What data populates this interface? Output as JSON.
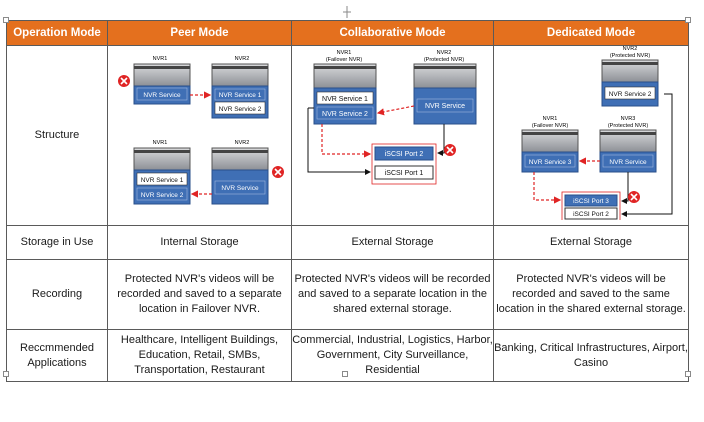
{
  "table": {
    "headers": [
      "Operation Mode",
      "Peer  Mode",
      "Collaborative Mode",
      "Dedicated Mode"
    ],
    "rows": [
      {
        "label": "Structure"
      },
      {
        "label": "Storage in Use",
        "cells": [
          "Internal Storage",
          "External Storage",
          "External Storage"
        ]
      },
      {
        "label": "Recording",
        "cells": [
          "Protected NVR's videos will be recorded and saved to a separate location in Failover NVR.",
          "Protected NVR's videos will be recorded and saved to a separate location in the shared external storage.",
          "Protected NVR's videos will be recorded and saved to the same location in the shared external storage."
        ]
      },
      {
        "label": "Reccmmended Applications",
        "cells": [
          "Healthcare, Intelligent Buildings, Education, Retail, SMBs, Transportation, Restaurant",
          "Commercial, Industrial, Logistics, Harbor, Government, City Surveillance, Residential",
          "Banking, Critical Infrastructures, Airport, Casino"
        ]
      }
    ]
  },
  "diagrams": {
    "peer": {
      "nvr1": "NVR1",
      "nvr2": "NVR2",
      "nvr_service": "NVR Service",
      "nvr_service_1": "NVR Service 1",
      "nvr_service_2": "NVR Service 2"
    },
    "collab": {
      "nvr1": "NVR1",
      "nvr1_role": "(Failover NVR)",
      "nvr2": "NVR2",
      "nvr2_role": "(Protected NVR)",
      "nvr_service_1": "NVR Service 1",
      "nvr_service_2": "NVR Service 2",
      "nvr_service": "NVR Service",
      "iscsi_port_2": "iSCSI Port 2",
      "iscsi_port_1": "iSCSI Port 1"
    },
    "dedicated": {
      "nvr2": "NVR2",
      "nvr2_role": "(Protected NVR)",
      "nvr1": "NVR1",
      "nvr1_role": "(Failover NVR)",
      "nvr3": "NVR3",
      "nvr3_role": "(Protected NVR)",
      "nvr_service_2": "NVR Service 2",
      "nvr_service_3": "NVR Service 3",
      "nvr_service": "NVR Service",
      "iscsi_port_3": "iSCSI Port 3",
      "iscsi_port_2": "iSCSI Port 2"
    }
  },
  "colors": {
    "header_bg": "#e4701e",
    "service_blue": "#3f6fb5",
    "failover_red": "#e02424",
    "border": "#5a5a5a"
  }
}
